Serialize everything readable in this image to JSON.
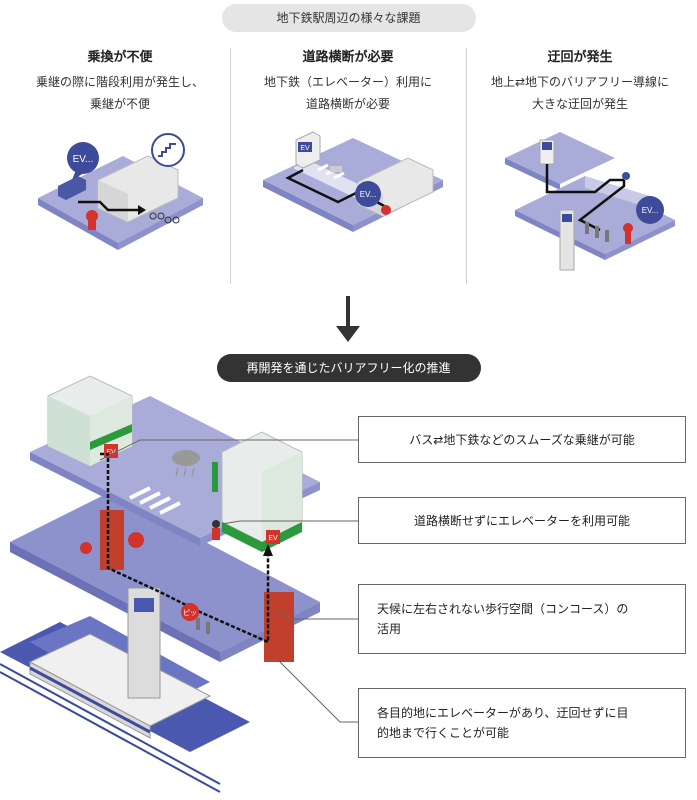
{
  "header_top": "地下鉄駅周辺の様々な課題",
  "issues": [
    {
      "title": "乗換が不便",
      "line1": "乗継の際に階段利用が発生し、",
      "line2": "乗継が不便"
    },
    {
      "title": "道路横断が必要",
      "line1": "地下鉄（エレベーター）利用に",
      "line2": "道路横断が必要"
    },
    {
      "title": "迂回が発生",
      "line1": "地上⇄地下のバリアフリー導線に",
      "line2": "大きな迂回が発生"
    }
  ],
  "header_mid": "再開発を通じたバリアフリー化の推進",
  "ev_label": "EV...",
  "ev_short": "EV",
  "pi_label": "ピッ",
  "benefits": [
    {
      "line1": "バス⇄地下鉄などのスムーズな乗継が可能"
    },
    {
      "line1": "道路横断せずにエレベーターを利用可能"
    },
    {
      "line1": "天候に左右されない歩行空間（コンコース）の",
      "line2": "活用"
    },
    {
      "line1": "各目的地にエレベーターがあり、迂回せずに目",
      "line2": "的地まで行くことが可能"
    }
  ],
  "colors": {
    "floor": "#a9acd8",
    "floor_dark": "#7f84c4",
    "route": "#111111",
    "accent_red": "#d2332c",
    "ev_blue": "#3e4a9a",
    "green": "#2a9a3c",
    "rail": "#3a4a9a"
  }
}
